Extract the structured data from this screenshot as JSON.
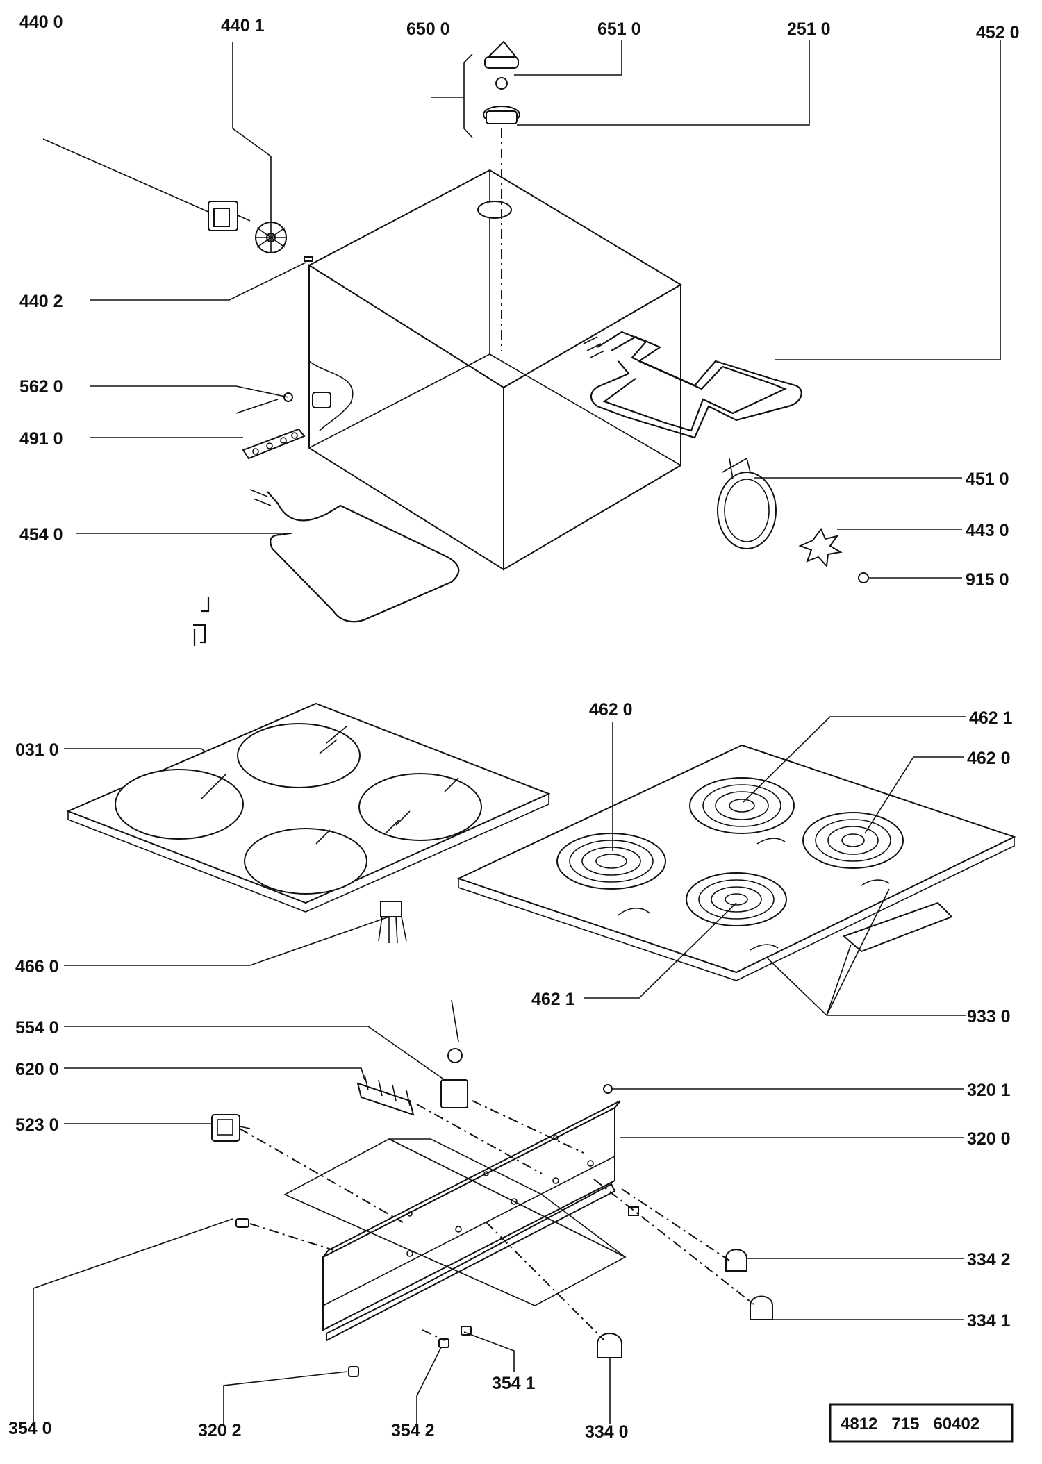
{
  "callouts": [
    {
      "id": "c-4400",
      "label": "440 0"
    },
    {
      "id": "c-4401",
      "label": "440 1"
    },
    {
      "id": "c-6500",
      "label": "650 0"
    },
    {
      "id": "c-6510",
      "label": "651 0"
    },
    {
      "id": "c-2510",
      "label": "251 0"
    },
    {
      "id": "c-4520",
      "label": "452 0"
    },
    {
      "id": "c-4402",
      "label": "440 2"
    },
    {
      "id": "c-5620",
      "label": "562 0"
    },
    {
      "id": "c-4910",
      "label": "491 0"
    },
    {
      "id": "c-4540",
      "label": "454 0"
    },
    {
      "id": "c-4510",
      "label": "451 0"
    },
    {
      "id": "c-4430",
      "label": "443 0"
    },
    {
      "id": "c-9150",
      "label": "915 0"
    },
    {
      "id": "c-0310",
      "label": "031 0"
    },
    {
      "id": "c-4620a",
      "label": "462 0"
    },
    {
      "id": "c-4621a",
      "label": "462 1"
    },
    {
      "id": "c-4620b",
      "label": "462 0"
    },
    {
      "id": "c-4660",
      "label": "466 0"
    },
    {
      "id": "c-4621b",
      "label": "462 1"
    },
    {
      "id": "c-9330",
      "label": "933 0"
    },
    {
      "id": "c-5540",
      "label": "554 0"
    },
    {
      "id": "c-6200",
      "label": "620 0"
    },
    {
      "id": "c-3201",
      "label": "320 1"
    },
    {
      "id": "c-5230",
      "label": "523 0"
    },
    {
      "id": "c-3200",
      "label": "320 0"
    },
    {
      "id": "c-3342",
      "label": "334 2"
    },
    {
      "id": "c-3341",
      "label": "334 1"
    },
    {
      "id": "c-3541",
      "label": "354 1"
    },
    {
      "id": "c-3540",
      "label": "354 0"
    },
    {
      "id": "c-3202",
      "label": "320 2"
    },
    {
      "id": "c-3542",
      "label": "354 2"
    },
    {
      "id": "c-3340",
      "label": "334 0"
    }
  ],
  "reference_number": "4812   715   60402"
}
